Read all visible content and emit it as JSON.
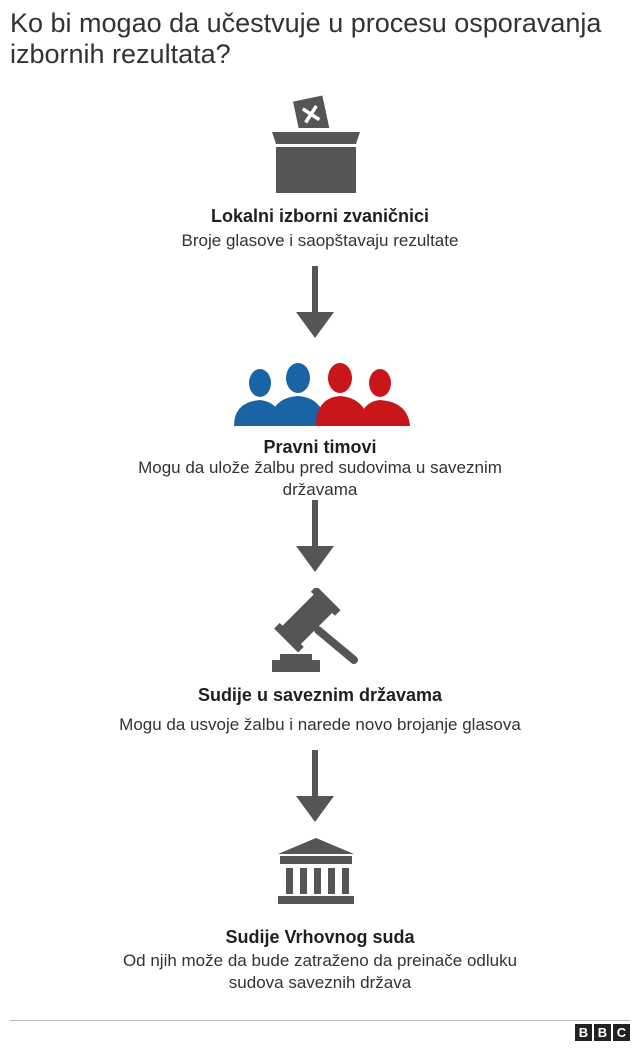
{
  "title": "Ko bi mogao da učestvuje u procesu osporavanja izbornih rezultata?",
  "colors": {
    "icon_gray": "#555555",
    "blue": "#1a64a6",
    "red": "#c9161b",
    "text": "#333333"
  },
  "steps": [
    {
      "icon": "ballot-box-icon",
      "heading": "Lokalni izborni zvaničnici",
      "description": "Broje glasove i saopštavaju rezultate"
    },
    {
      "icon": "people-icon",
      "heading": "Pravni timovi",
      "description": "Mogu da ulože žalbu pred sudovima u saveznim državama"
    },
    {
      "icon": "gavel-icon",
      "heading": "Sudije u saveznim državama",
      "description": "Mogu da usvoje žalbu i narede novo brojanje glasova"
    },
    {
      "icon": "courthouse-icon",
      "heading": "Sudije Vrhovnog suda",
      "description": "Od njih može da bude zatraženo da preinače odluku sudova saveznih država"
    }
  ],
  "footer": {
    "logo_letters": [
      "B",
      "B",
      "C"
    ]
  }
}
